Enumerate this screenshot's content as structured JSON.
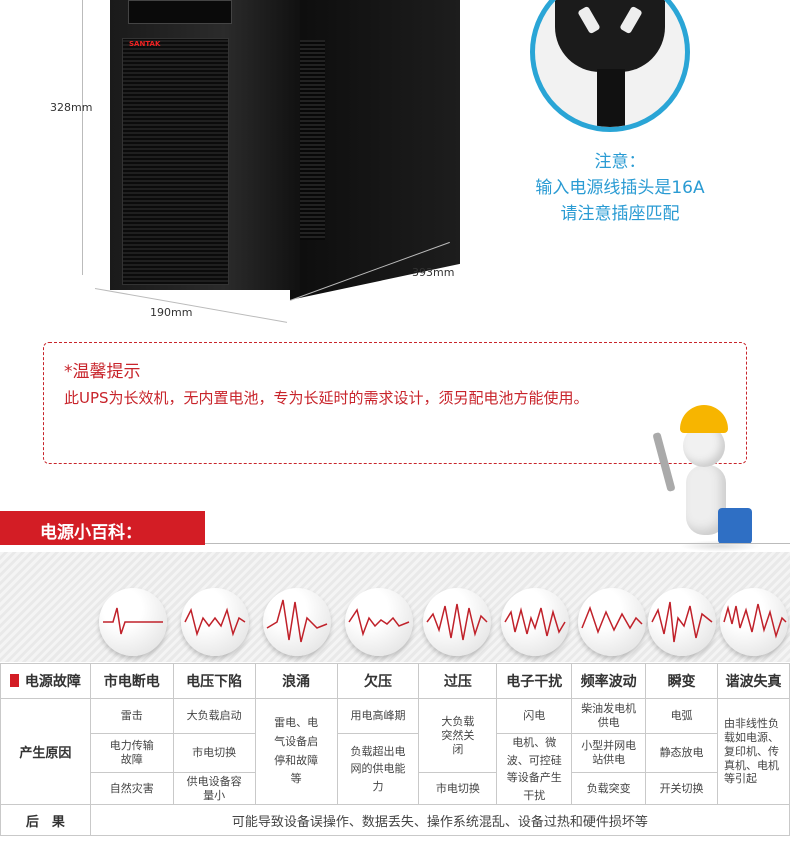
{
  "product": {
    "brand": "SANTAK",
    "height_label": "328mm",
    "width_label": "190mm",
    "depth_label": "393mm"
  },
  "plug_note": {
    "title": "注意：",
    "line1": "输入电源线插头是16A",
    "line2": "请注意插座匹配"
  },
  "tip": {
    "title": "*温馨提示",
    "text": "此UPS为长效机，无内置电池，专为长延时的需求设计，须另配电池方能使用。"
  },
  "section": {
    "title": "电源小百科："
  },
  "table": {
    "corner": "电源故障",
    "columns": [
      "市电断电",
      "电压下陷",
      "浪涌",
      "欠压",
      "过压",
      "电子干扰",
      "频率波动",
      "瞬变",
      "谐波失真"
    ],
    "cause_label": "产生原因",
    "causes": {
      "c1": [
        "雷击",
        "电力传输故障",
        "自然灾害"
      ],
      "c2": [
        "大负载启动",
        "市电切换",
        "供电设备容量小"
      ],
      "c3": "雷电、电气设备启停和故障等",
      "c4": [
        "用电高峰期",
        "负载超出电网的供电能力"
      ],
      "c5": [
        "大负载突然关闭",
        "市电切换"
      ],
      "c6": [
        "闪电",
        "电机、微波、可控硅等设备产生干扰"
      ],
      "c7": [
        "柴油发电机供电",
        "小型并网电站供电",
        "负载突变"
      ],
      "c8": [
        "电弧",
        "静态放电",
        "开关切换"
      ],
      "c9": "由非线性负载如电源、复印机、传真机、电机等引起"
    },
    "result_label": "后　果",
    "result": "可能导致设备误操作、数据丢失、操作系统混乱、设备过热和硬件损坏等"
  },
  "colors": {
    "accent_red": "#d31d25",
    "note_blue": "#2a9bd3"
  }
}
